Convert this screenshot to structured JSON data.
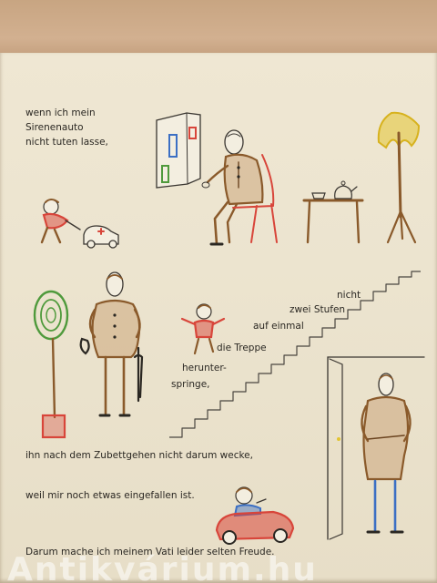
{
  "text": {
    "line1": "wenn ich mein",
    "line2": "Sirenenauto",
    "line3": "nicht tuten lasse,",
    "stairs_nicht": "nicht",
    "stairs_zwei": "zwei Stufen",
    "stairs_auf": "auf einmal",
    "stairs_treppe": "die Treppe",
    "stairs_herunter": "herunter-",
    "stairs_springe": "springe,",
    "line_wecke": "ihn nach dem Zubettgehen nicht darum wecke,",
    "line_eingefallen": "weil mir noch etwas eingefallen ist.",
    "line_freude": "Darum mache ich meinem Vati leider selten Freude."
  },
  "watermark": "Antikvárium.hu",
  "colors": {
    "page": "#ece4cf",
    "ink": "#2a2722",
    "crayon_brown": "#8a5a2b",
    "crayon_red": "#d8453a",
    "crayon_yellow": "#e3c431",
    "crayon_green": "#4f9a3c",
    "crayon_blue": "#3b6fc4"
  }
}
